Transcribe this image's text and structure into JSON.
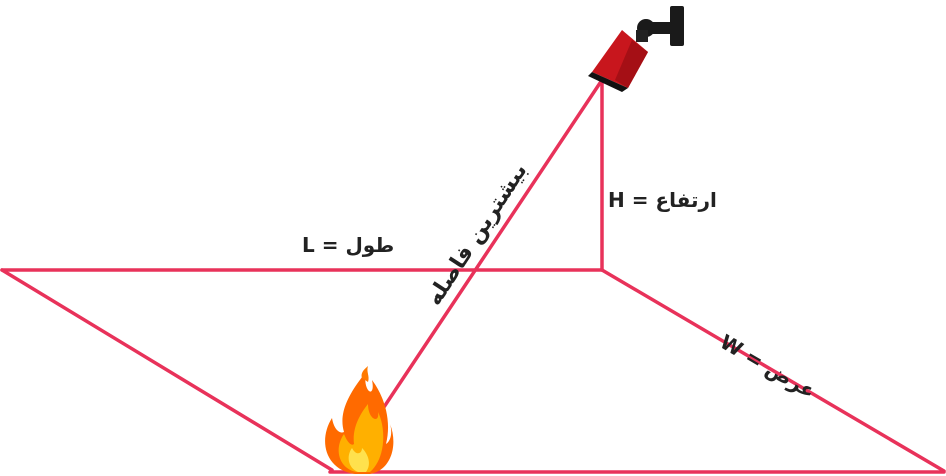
{
  "colors": {
    "line": "#e8325a",
    "camera_body": "#c8161d",
    "camera_mount": "#1a1a1a",
    "text": "#222222"
  },
  "labels": {
    "height": "H = ارتفاع",
    "length": "L = طول",
    "width": "W = عرض",
    "max_distance": "بیشترین فاصله"
  },
  "icons": {
    "camera": "security-camera-icon",
    "fire": "fire-icon"
  }
}
